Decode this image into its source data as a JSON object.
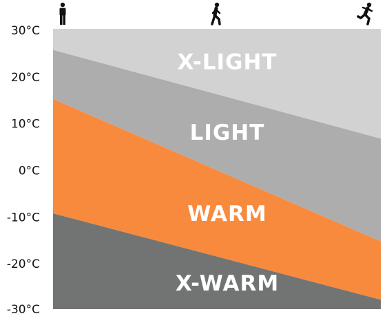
{
  "chart_data": {
    "type": "area",
    "title": "",
    "xlabel": "",
    "ylabel": "",
    "ylim": [
      -30,
      30
    ],
    "x_scale": [
      "standing",
      "walking",
      "running"
    ],
    "x_icons": [
      "standing-person-icon",
      "walking-person-icon",
      "running-person-icon"
    ],
    "y_ticks": [
      30,
      20,
      10,
      0,
      -10,
      -20,
      -30
    ],
    "y_tick_labels": [
      "30°C",
      "20°C",
      "10°C",
      "0°C",
      "-10°C",
      "-20°C",
      "-30°C"
    ],
    "boundaries": [
      {
        "between": [
          "X-LIGHT",
          "LIGHT"
        ],
        "start": 25.5,
        "end": 6.5
      },
      {
        "between": [
          "LIGHT",
          "WARM"
        ],
        "start": 15,
        "end": -15.5
      },
      {
        "between": [
          "WARM",
          "X-WARM"
        ],
        "start": -9.5,
        "end": -28
      }
    ],
    "bands": [
      {
        "name": "X-LIGHT",
        "color": "#d2d2d2"
      },
      {
        "name": "LIGHT",
        "color": "#adadad"
      },
      {
        "name": "WARM",
        "color": "#f88a3e"
      },
      {
        "name": "X-WARM",
        "color": "#727474"
      }
    ],
    "grid": false,
    "legend": "none"
  }
}
